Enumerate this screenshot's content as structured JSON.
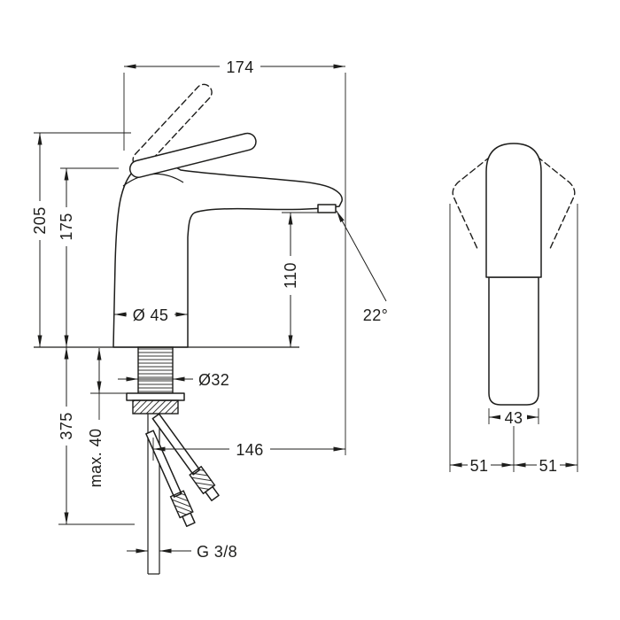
{
  "meta": {
    "description": "Technical dimension drawing of a single-lever basin mixer tap, side view with mounting hardware and hoses, plus front view with handle swing",
    "ink_color": "#1d1d1b",
    "background_color": "#ffffff"
  },
  "side_view": {
    "width_overall": "174",
    "height_overall": "205",
    "height_to_spout_top": "175",
    "spout_clearance": "110",
    "base_diameter": "Ø 45",
    "hole_diameter": "Ø32",
    "depth_below_deck": "375",
    "max_deck_thickness": "max. 40",
    "spout_reach": "146",
    "spout_angle": "22°",
    "connection_thread": "G 3/8"
  },
  "front_view": {
    "body_width": "43",
    "handle_swing_left": "51",
    "handle_swing_right": "51"
  }
}
